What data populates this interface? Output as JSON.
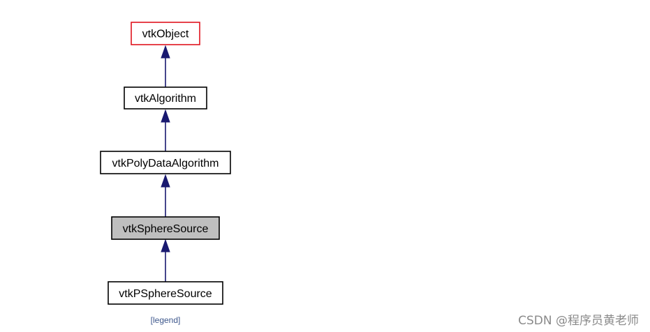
{
  "diagram": {
    "nodes": [
      {
        "id": "vtkObject",
        "label": "vtkObject",
        "role": "root"
      },
      {
        "id": "vtkAlgorithm",
        "label": "vtkAlgorithm",
        "role": "normal"
      },
      {
        "id": "vtkPolyDataAlgorithm",
        "label": "vtkPolyDataAlgorithm",
        "role": "normal"
      },
      {
        "id": "vtkSphereSource",
        "label": "vtkSphereSource",
        "role": "current"
      },
      {
        "id": "vtkPSphereSource",
        "label": "vtkPSphereSource",
        "role": "normal"
      }
    ],
    "edges": [
      {
        "from": "vtkAlgorithm",
        "to": "vtkObject"
      },
      {
        "from": "vtkPolyDataAlgorithm",
        "to": "vtkAlgorithm"
      },
      {
        "from": "vtkSphereSource",
        "to": "vtkPolyDataAlgorithm"
      },
      {
        "from": "vtkPSphereSource",
        "to": "vtkSphereSource"
      }
    ],
    "colors": {
      "root_border": "#e0141e",
      "node_border": "#000000",
      "current_fill": "#bfbfbf",
      "edge": "#191970"
    }
  },
  "legend": {
    "open_bracket": "[",
    "label": "legend",
    "close_bracket": "]"
  },
  "watermark": {
    "text": "CSDN @程序员黄老师"
  }
}
